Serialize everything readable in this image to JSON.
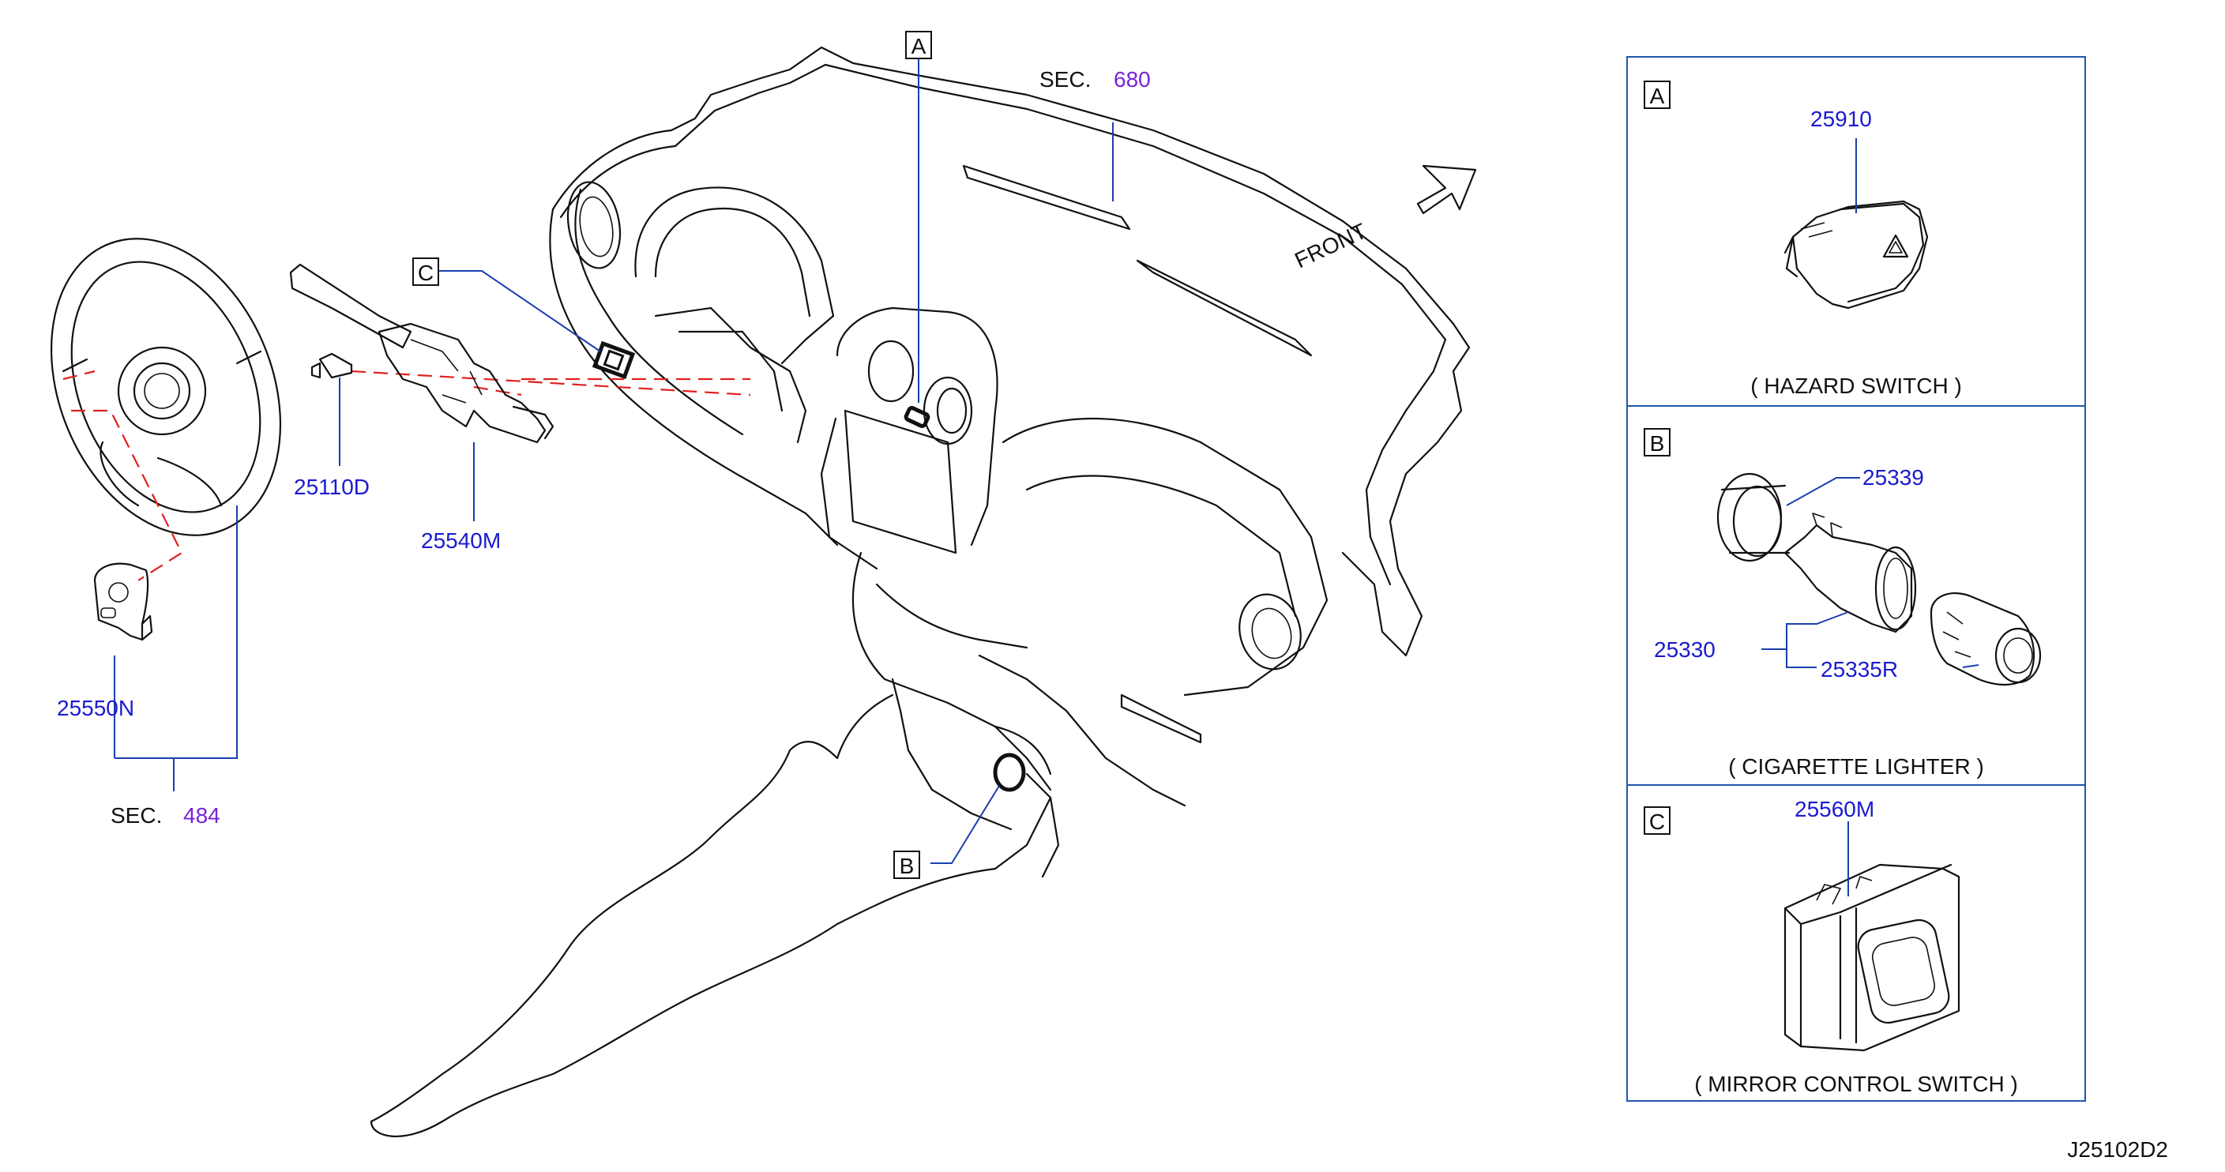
{
  "diagram_code": "J25102D2",
  "front_label": "FRONT",
  "sec_prefix": "SEC.",
  "sections": {
    "dash": "680",
    "steering": "484"
  },
  "callouts": {
    "a": "A",
    "b": "B",
    "c": "C"
  },
  "parts": {
    "combination_switch": "25540M",
    "bolt": "25110D",
    "steering_switch": "25550N",
    "hazard_switch": "25910",
    "lighter_ring": "25339",
    "lighter_assy": "25330",
    "lighter_socket": "25335R",
    "mirror_switch": "25560M"
  },
  "panels": {
    "a": {
      "key": "A",
      "caption": "( HAZARD   SWITCH )"
    },
    "b": {
      "key": "B",
      "caption": "( CIGARETTE   LIGHTER )"
    },
    "c": {
      "key": "C",
      "caption": "( MIRROR   CONTROL   SWITCH )"
    }
  }
}
